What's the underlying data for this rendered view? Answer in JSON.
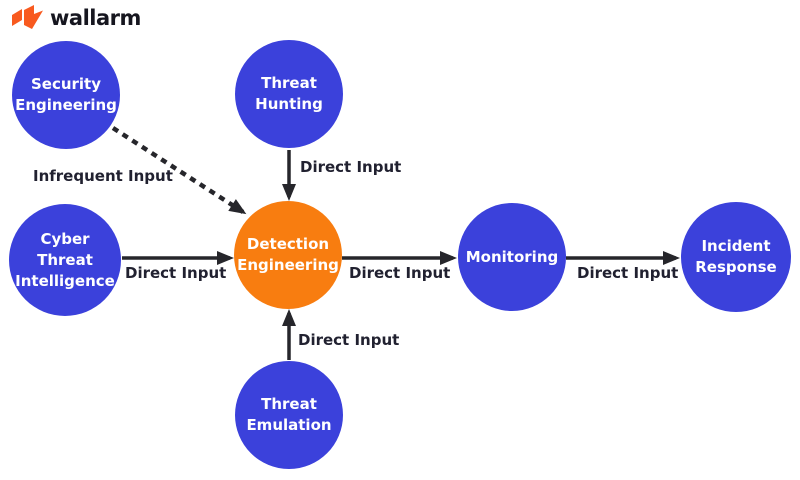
{
  "logo": {
    "brand": "wallarm",
    "icon": "wallarm-flag-icon"
  },
  "colors": {
    "node_blue": "#3B41DB",
    "node_orange": "#F87D10",
    "arrow": "#26262B",
    "label_text": "#212130",
    "logo_orange": "#F85A1F",
    "logo_text": "#16161F",
    "background": "#FFFFFF",
    "node_text": "#FFFFFF"
  },
  "diagram": {
    "nodes": [
      {
        "id": "security-engineering",
        "label": "Security\nEngineering",
        "color": "blue"
      },
      {
        "id": "threat-hunting",
        "label": "Threat\nHunting",
        "color": "blue"
      },
      {
        "id": "cyber-threat-intelligence",
        "label": "Cyber\nThreat\nIntelligence",
        "color": "blue"
      },
      {
        "id": "detection-engineering",
        "label": "Detection\nEngineering",
        "color": "orange"
      },
      {
        "id": "monitoring",
        "label": "Monitoring",
        "color": "blue"
      },
      {
        "id": "incident-response",
        "label": "Incident\nResponse",
        "color": "blue"
      },
      {
        "id": "threat-emulation",
        "label": "Threat\nEmulation",
        "color": "blue"
      }
    ],
    "edges": [
      {
        "from": "security-engineering",
        "to": "detection-engineering",
        "label": "Infrequent Input",
        "style": "dashed"
      },
      {
        "from": "threat-hunting",
        "to": "detection-engineering",
        "label": "Direct Input",
        "style": "solid"
      },
      {
        "from": "cyber-threat-intelligence",
        "to": "detection-engineering",
        "label": "Direct Input",
        "style": "solid"
      },
      {
        "from": "threat-emulation",
        "to": "detection-engineering",
        "label": "Direct Input",
        "style": "solid"
      },
      {
        "from": "detection-engineering",
        "to": "monitoring",
        "label": "Direct Input",
        "style": "solid"
      },
      {
        "from": "monitoring",
        "to": "incident-response",
        "label": "Direct Input",
        "style": "solid"
      }
    ]
  }
}
